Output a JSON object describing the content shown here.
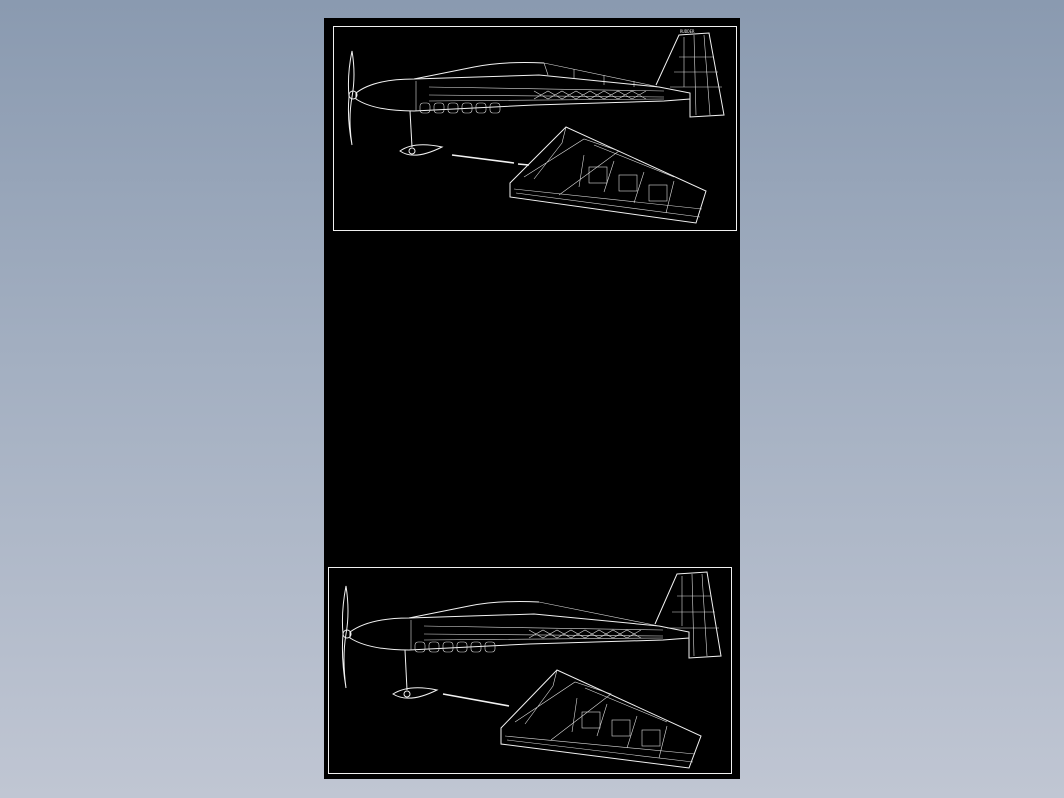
{
  "background_color": "#9aa7bb",
  "sheet_color": "#000000",
  "line_color": "#f2f2f2",
  "drawings": [
    {
      "id": "top",
      "subject": "airplane-side-view-and-wing-plan"
    },
    {
      "id": "bottom",
      "subject": "airplane-side-view-and-wing-plan"
    }
  ]
}
